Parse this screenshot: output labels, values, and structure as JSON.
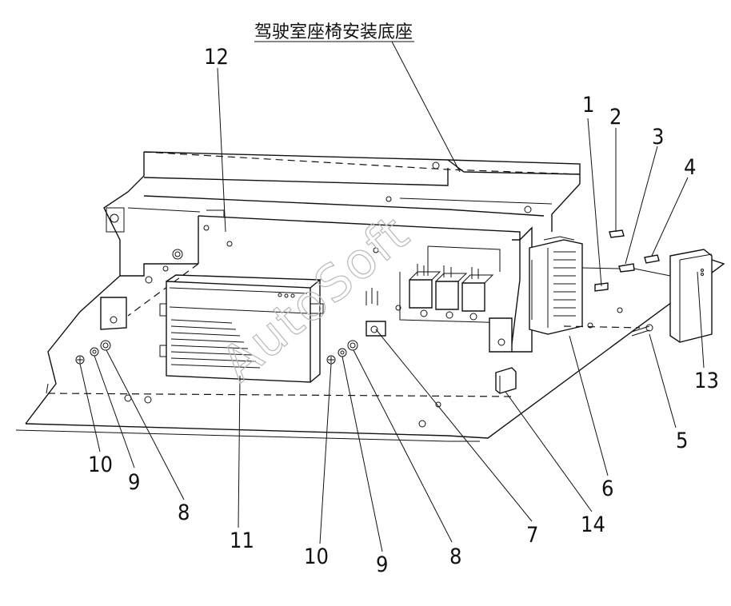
{
  "title": "驾驶室座椅安装底座",
  "watermark": "AutoSoft",
  "callouts": {
    "c1": "1",
    "c2": "2",
    "c3": "3",
    "c4": "4",
    "c5": "5",
    "c6": "6",
    "c7": "7",
    "c8a": "8",
    "c8b": "8",
    "c9a": "9",
    "c9b": "9",
    "c10a": "10",
    "c10b": "10",
    "c11": "11",
    "c12": "12",
    "c13": "13",
    "c14": "14"
  }
}
